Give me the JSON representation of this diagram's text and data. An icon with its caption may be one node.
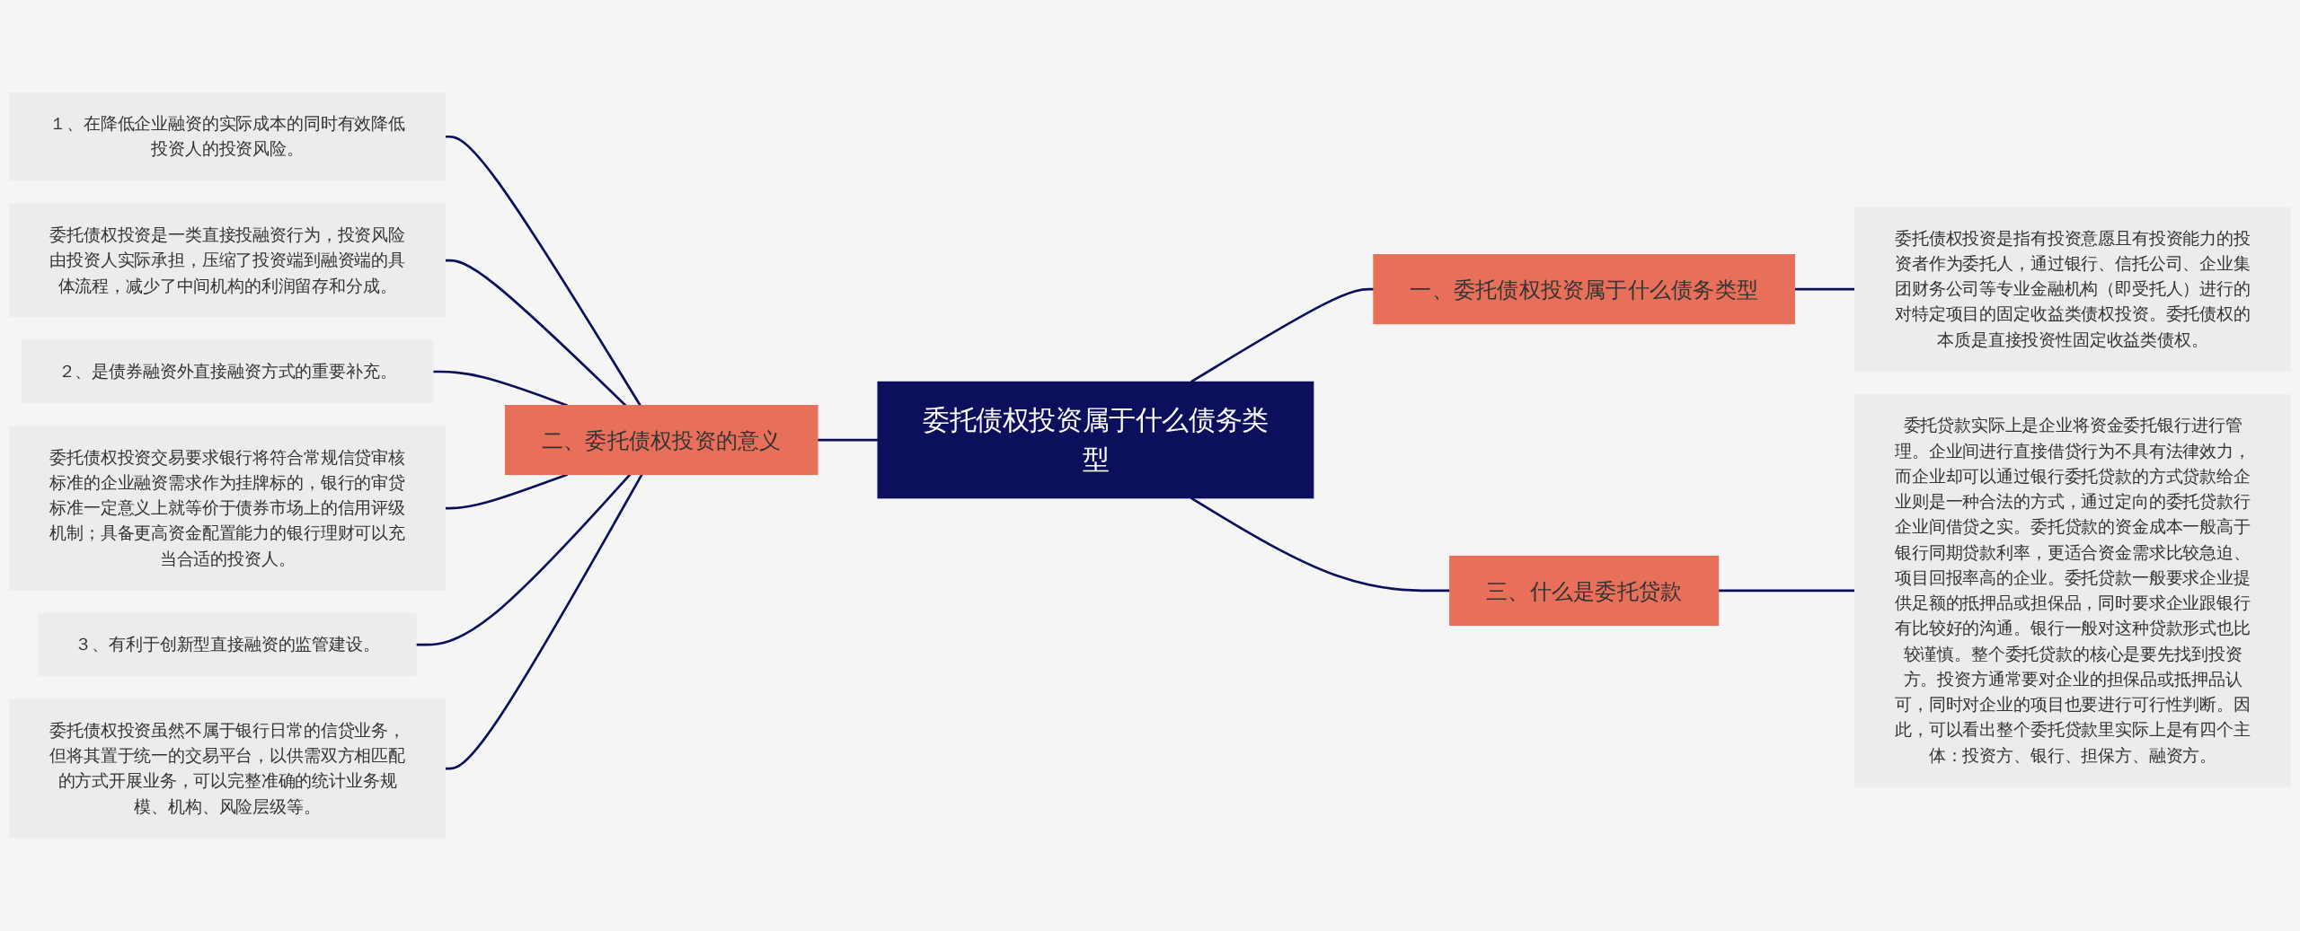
{
  "diagram": {
    "nodes": [
      {
        "text": [
          "委托债权投资属于什么债务类型"
        ]
      },
      {
        "text": [
          "一、委托债权投资属于什么债务类型"
        ]
      },
      {
        "text": [
          "委托债权投资是指有投资意愿且有投资能力的投资者作为委托人，通过银行、信托公司、企业集团财务公司等专业金融机构（即受托人）进行的对特定项目的固定收益类债权投资。委托债权的本质是直接投资性固定收益类债权。"
        ]
      },
      {
        "text": [
          "二、委托债权投资的意义"
        ]
      },
      {
        "text": [
          "１、在降低企业融资的实际成本的同时有效降低投资人的投资风险。"
        ]
      },
      {
        "text": [
          "委托债权投资是一类直接投融资行为，投资风险由投资人实际承担，压缩了投资端到融资端的具体流程，减少了中间机构的利润留存和分成。"
        ]
      },
      {
        "text": [
          "２、是债券融资外直接融资方式的重要补充。"
        ]
      },
      {
        "text": [
          "委托债权投资交易要求银行将符合常规信贷审核标准的企业融资需求作为挂牌标的，银行的审贷标准一定意义上就等价于债券市场上的信用评级机制；具备更高资金配置能力的银行理财可以充当合适的投资人。"
        ]
      },
      {
        "text": [
          "３、有利于创新型直接融资的监管建设。"
        ]
      },
      {
        "text": [
          "委托债权投资虽然不属于银行日常的信贷业务，但将其置于统一的交易平台，以供需双方相匹配的方式开展业务，可以完整准确的统计业务规模、机构、风险层级等。"
        ]
      },
      {
        "text": [
          "三、什么是委托贷款"
        ]
      },
      {
        "text": [
          "委托贷款实际上是企业将资金委托银行进行管理。企业间进行直接借贷行为不具有法律效力，而企业却可以通过银行委托贷款的方式贷款给企业则是一种合法的方式，通过定向的委托贷款行企业间借贷之实。委托贷款的资金成本一般高于银行同期贷款利率，更适合资金需求比较急迫、项目回报率高的企业。委托贷款一般要求企业提供足额的抵押品或担保品，同时要求企业跟银行有比较好的沟通。银行一般对这种贷款形式也比较谨慎。整个委托贷款的核心是要先找到投资方。投资方通常要对企业的担保品或抵押品认可，同时对企业的项目也要进行可行性判断。因此，可以看出整个委托贷款里实际上是有四个主体：投资方、银行、担保方、融资方。"
        ]
      }
    ],
    "edges": [
      {
        "from": 0,
        "to": 1,
        "arrow": "none"
      },
      {
        "from": 1,
        "to": 2,
        "arrow": "none"
      },
      {
        "from": 0,
        "to": 3,
        "arrow": "none"
      },
      {
        "from": 3,
        "to": 4,
        "arrow": "none"
      },
      {
        "from": 3,
        "to": 5,
        "arrow": "none"
      },
      {
        "from": 3,
        "to": 6,
        "arrow": "none"
      },
      {
        "from": 3,
        "to": 7,
        "arrow": "none"
      },
      {
        "from": 3,
        "to": 8,
        "arrow": "none"
      },
      {
        "from": 3,
        "to": 9,
        "arrow": "none"
      },
      {
        "from": 0,
        "to": 10,
        "arrow": "none"
      },
      {
        "from": 10,
        "to": 11,
        "arrow": "none"
      }
    ]
  }
}
